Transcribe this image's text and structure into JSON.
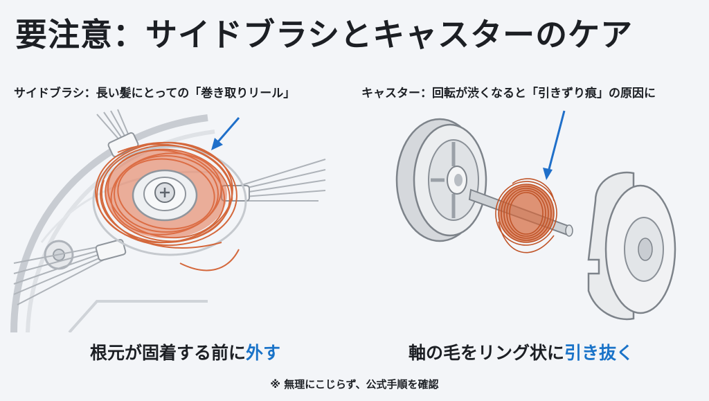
{
  "title": "要注意：サイドブラシとキャスターのケア",
  "left": {
    "caption": "サイドブラシ：長い髪にとっての「巻き取りリール」",
    "action_main": "根元が固着する前に",
    "action_highlight": "外す"
  },
  "right": {
    "caption": "キャスター：回転が渋くなると「引きずり痕」の原因に",
    "action_main": "軸の毛をリング状に",
    "action_highlight": "引き抜く"
  },
  "footnote": "※ 無理にこじらず、公式手順を確認",
  "colors": {
    "accent": "#1a73c8",
    "hair": "#d4683c",
    "arrow": "#1f6fc9"
  }
}
